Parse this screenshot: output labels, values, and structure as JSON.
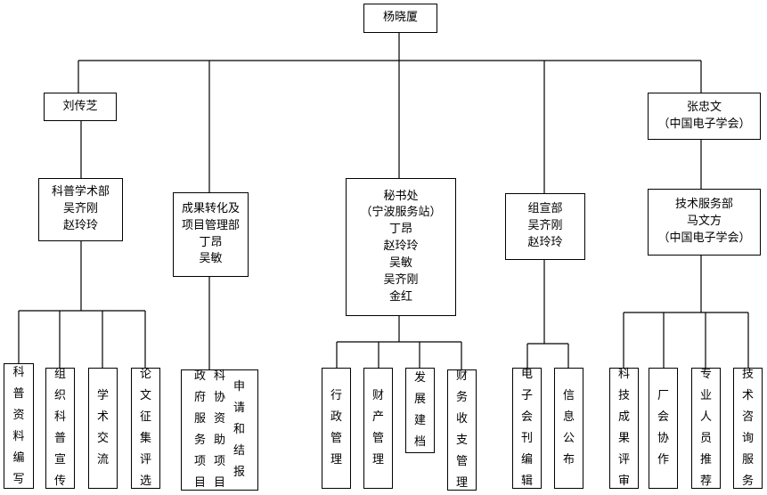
{
  "chart": {
    "root": "杨晓厦",
    "l1": [
      "刘传芝",
      "张忠文",
      "（中国电子学会）"
    ],
    "dept_kepu": [
      "科普学术部",
      "吴齐刚",
      "赵玲玲"
    ],
    "dept_chengguo": [
      "成果转化及",
      "项目管理部",
      "丁昂",
      "吴敏"
    ],
    "dept_mishu": [
      "秘书处",
      "（宁波服务站）",
      "丁昂",
      "赵玲玲",
      "吴敏",
      "吴齐刚",
      "金红"
    ],
    "dept_zuxuan": [
      "组宣部",
      "吴齐刚",
      "赵玲玲"
    ],
    "dept_jishu": [
      "技术服务部",
      "马文方",
      "（中国电子学会）"
    ],
    "leaves": [
      "科普资料编写",
      "组织科普宣传",
      "学术交流",
      "论文征集评选",
      "政府服务项目",
      "科协资助项目",
      "申请和结报",
      "行政管理",
      "财产管理",
      "发展建档",
      "财务收支管理",
      "电子会刊编辑",
      "信息公布",
      "科技成果评审",
      "厂会协作",
      "专业人员推荐",
      "技术咨询服务"
    ]
  }
}
